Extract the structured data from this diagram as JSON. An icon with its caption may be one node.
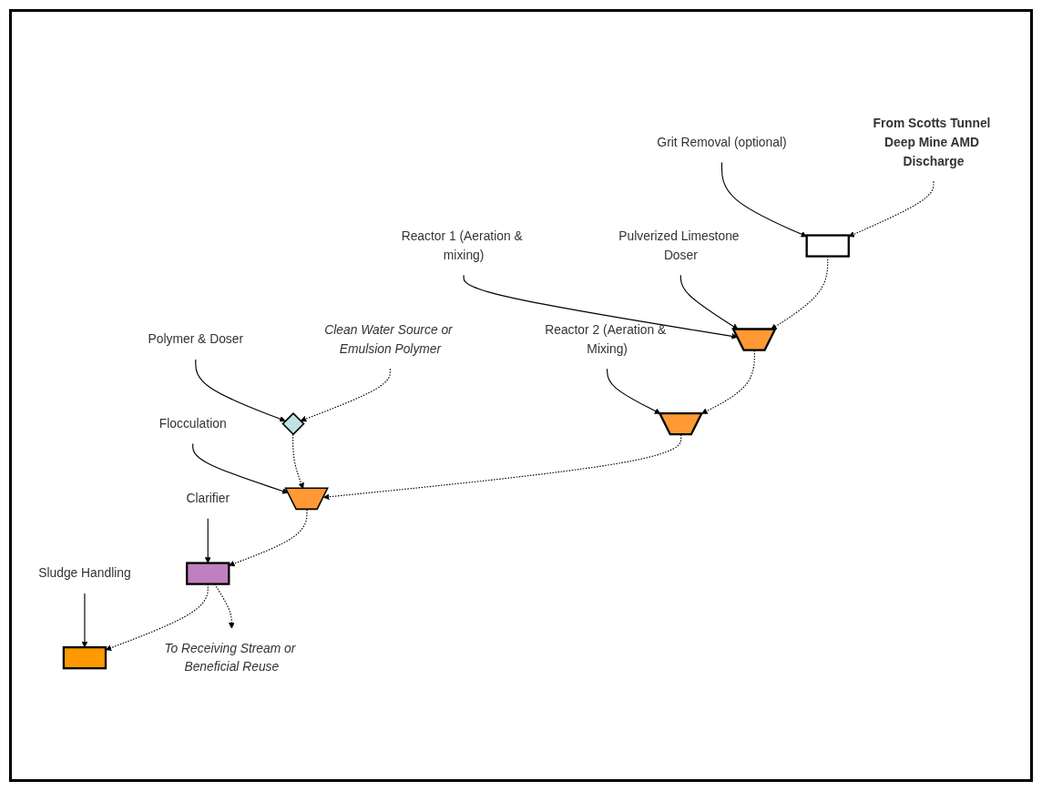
{
  "diagram": {
    "nodes": [
      {
        "text": [
          "From Scotts Tunnel Deep Mine AMD Discharge"
        ]
      },
      {
        "text": [],
        "shape": "box"
      },
      {
        "text": [
          "Grit Removal (optional)"
        ]
      },
      {
        "text": [
          "Pulverized Limestone Doser"
        ]
      },
      {
        "text": [],
        "shape": "trapezoid"
      },
      {
        "text": [
          "Reactor 1 (Aeration & mixing)"
        ]
      },
      {
        "text": [],
        "shape": "trapezoid"
      },
      {
        "text": [
          "Reactor 2 (Aeration & Mixing)"
        ]
      },
      {
        "text": [],
        "shape": "trapezoid"
      },
      {
        "text": [
          "Flocculation"
        ]
      },
      {
        "text": [],
        "shape": "diamond"
      },
      {
        "text": [
          "Polymer & Doser"
        ]
      },
      {
        "text": [
          "Clean Water Source or Emulsion Polymer"
        ]
      },
      {
        "text": [],
        "shape": "box"
      },
      {
        "text": [
          "Clarifier"
        ]
      },
      {
        "text": [],
        "shape": "box"
      },
      {
        "text": [
          "Sludge Handling"
        ]
      },
      {
        "text": [
          "To Receiving Stream or Beneficial Reuse"
        ]
      }
    ],
    "edges": [
      {
        "from": 0,
        "to": 1,
        "arrow": "to",
        "style": "dashed"
      },
      {
        "from": 2,
        "to": 1,
        "arrow": "to"
      },
      {
        "from": 1,
        "to": 4,
        "arrow": "to",
        "style": "dashed"
      },
      {
        "from": 3,
        "to": 4,
        "arrow": "to"
      },
      {
        "from": 5,
        "to": 4,
        "arrow": "to"
      },
      {
        "from": 4,
        "to": 6,
        "arrow": "to",
        "style": "dashed"
      },
      {
        "from": 7,
        "to": 6,
        "arrow": "to"
      },
      {
        "from": 6,
        "to": 8,
        "arrow": "to",
        "style": "dashed"
      },
      {
        "from": 10,
        "to": 8,
        "arrow": "to",
        "style": "dashed"
      },
      {
        "from": 9,
        "to": 8,
        "arrow": "to"
      },
      {
        "from": 12,
        "to": 10,
        "arrow": "to",
        "style": "dashed"
      },
      {
        "from": 11,
        "to": 10,
        "arrow": "to"
      },
      {
        "from": 8,
        "to": 13,
        "arrow": "to",
        "style": "dashed"
      },
      {
        "from": 14,
        "to": 13,
        "arrow": "to"
      },
      {
        "from": 13,
        "to": 15,
        "arrow": "to",
        "style": "dashed"
      },
      {
        "from": 16,
        "to": 15,
        "arrow": "to"
      },
      {
        "from": 13,
        "to": 17,
        "arrow": "to",
        "style": "dashed"
      }
    ]
  }
}
